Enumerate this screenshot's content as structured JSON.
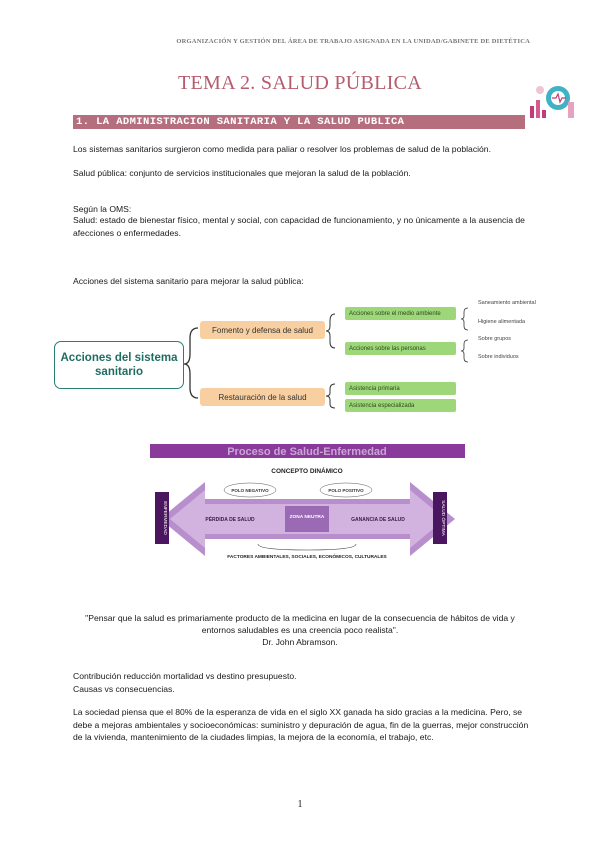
{
  "header": {
    "running_title": "ORGANIZACIÓN Y GESTIÓN DEL ÁREA DE TRABAJO ASIGNADA EN LA UNIDAD/GABINETE DE DIETÉTICA"
  },
  "title": "TEMA 2. SALUD PÚBLICA",
  "section": {
    "heading": "1. LA ADMINISTRACION SANITARIA Y LA SALUD PUBLICA"
  },
  "paragraphs": {
    "p1": "Los sistemas sanitarios surgieron como medida para paliar o resolver los problemas de salud de la población.",
    "p2": "Salud pública: conjunto de servicios institucionales que mejoran la salud de la población.",
    "p3_line1": "Según la OMS:",
    "p3_line2": "Salud: estado de bienestar físico, mental y social, con capacidad de funcionamiento, y no únicamente a la ausencia de afecciones o enfermedades.",
    "p4": "Acciones del sistema sanitario para mejorar la salud pública:"
  },
  "diagram": {
    "main": "Acciones del sistema sanitario",
    "branches": [
      "Fomento y defensa de salud",
      "Restauración de la salud"
    ],
    "fomento_items": [
      "Acciones sobre el medio ambiente",
      "Acciones sobre las personas"
    ],
    "medio_items": [
      "Saneamiento ambiental",
      "Higiene alimentada"
    ],
    "personas_items": [
      "Sobre grupos",
      "Sobre individuos"
    ],
    "restauracion_items": [
      "Asistencia primaria",
      "Asistencia especializada"
    ]
  },
  "banner": {
    "title": "Proceso de Salud-Enfermedad",
    "subtitle": "CONCEPTO DINÁMICO",
    "left_side": "ENFERMEDAD",
    "right_side": "SALUD ÓPTIMA",
    "polo_negativo": "POLO NEGATIVO",
    "polo_positivo": "POLO POSITIVO",
    "perdida": "PÉRDIDA DE SALUD",
    "ganancia": "GANANCIA DE SALUD",
    "zona": "ZONA NEUTRA",
    "factores": "FACTORES AMBIENTALES, SOCIALES, ECONÓMICOS, CULTURALES"
  },
  "quote": {
    "text": "\"Pensar que la salud es primariamente producto de la medicina en lugar de la consecuencia de hábitos de vida y entornos saludables es una creencia poco realista\".",
    "author": "Dr. John Abramson."
  },
  "after": {
    "l1": "Contribución reducción mortalidad vs destino presupuesto.",
    "l2": "Causas vs consecuencias.",
    "p5": "La sociedad piensa que el 80% de la esperanza de vida en el siglo XX ganada ha sido gracias a la medicina. Pero, se debe a mejoras ambientales y socioeconómicas: suministro y depuración de agua, fin de la guerras, mejor construcción de la vivienda, mantenimiento de la ciudades limpias, la mejora de la economía, el trabajo, etc."
  },
  "page_number": "1",
  "colors": {
    "title": "#b55c6e",
    "section_bar": "#b56e7e",
    "teal": "#2a7d73",
    "orange": "#f8cfa0",
    "green": "#9ed67a",
    "purple": "#8a3a9b"
  }
}
